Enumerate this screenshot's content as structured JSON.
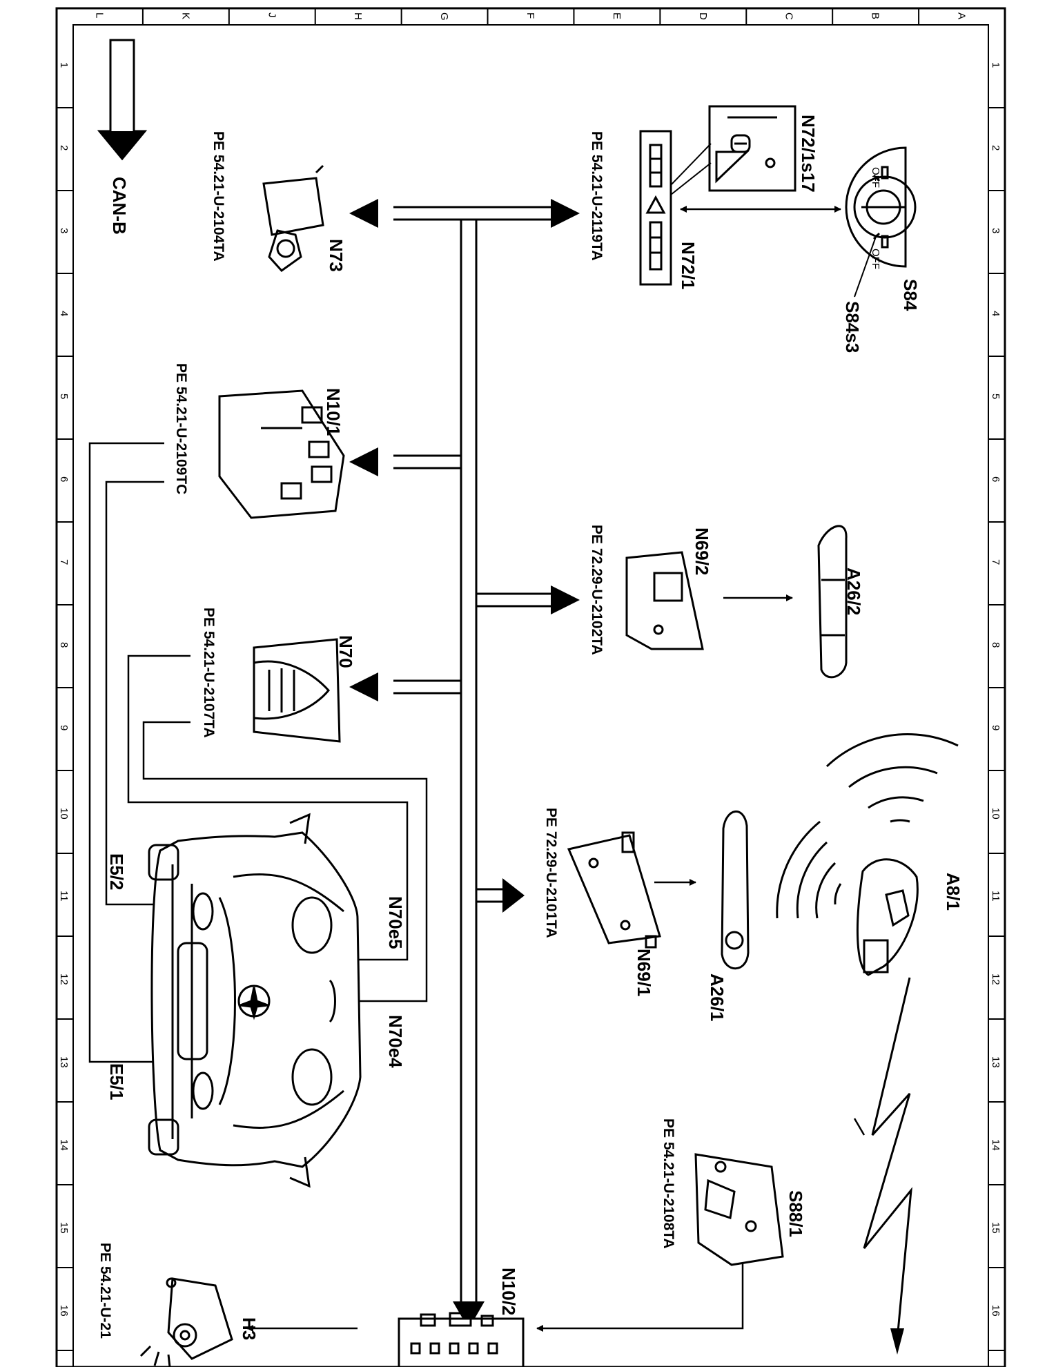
{
  "grid": {
    "columns": [
      "L",
      "K",
      "J",
      "H",
      "G",
      "F",
      "E",
      "D",
      "C",
      "B",
      "A"
    ],
    "rows": [
      "1",
      "2",
      "3",
      "4",
      "5",
      "6",
      "7",
      "8",
      "9",
      "10",
      "11",
      "12",
      "13",
      "14",
      "15",
      "16"
    ]
  },
  "legend": {
    "bus_label": "CAN-B"
  },
  "components": {
    "N72_1s17": "N72/1s17",
    "S84": "S84",
    "S84s3": "S84s3",
    "S84_off_left": "OFF",
    "S84_off_right": "OFF",
    "N72_1": "N72/1",
    "N72_1_ref": "PE 54.21-U-2119TA",
    "N73": "N73",
    "N73_ref": "PE 54.21-U-2104TA",
    "N10_1": "N10/1",
    "N10_1_ref": "PE 54.21-U-2109TC",
    "N69_2": "N69/2",
    "N69_2_ref": "PE 72.29-U-2102TA",
    "A26_2": "A26/2",
    "N70": "N70",
    "N70_ref": "PE 54.21-U-2107TA",
    "A8_1": "A8/1",
    "N69_1": "N69/1",
    "N69_1_ref": "PE 72.29-U-2101TA",
    "A26_1": "A26/1",
    "E5_2": "E5/2",
    "E5_1": "E5/1",
    "N70e5": "N70e5",
    "N70e4": "N70e4",
    "S88_1": "S88/1",
    "S88_1_ref": "PE 54.21-U-2108TA",
    "N10_2": "N10/2",
    "H3": "H3",
    "H3_ref": "PE 54.21-U-21"
  }
}
